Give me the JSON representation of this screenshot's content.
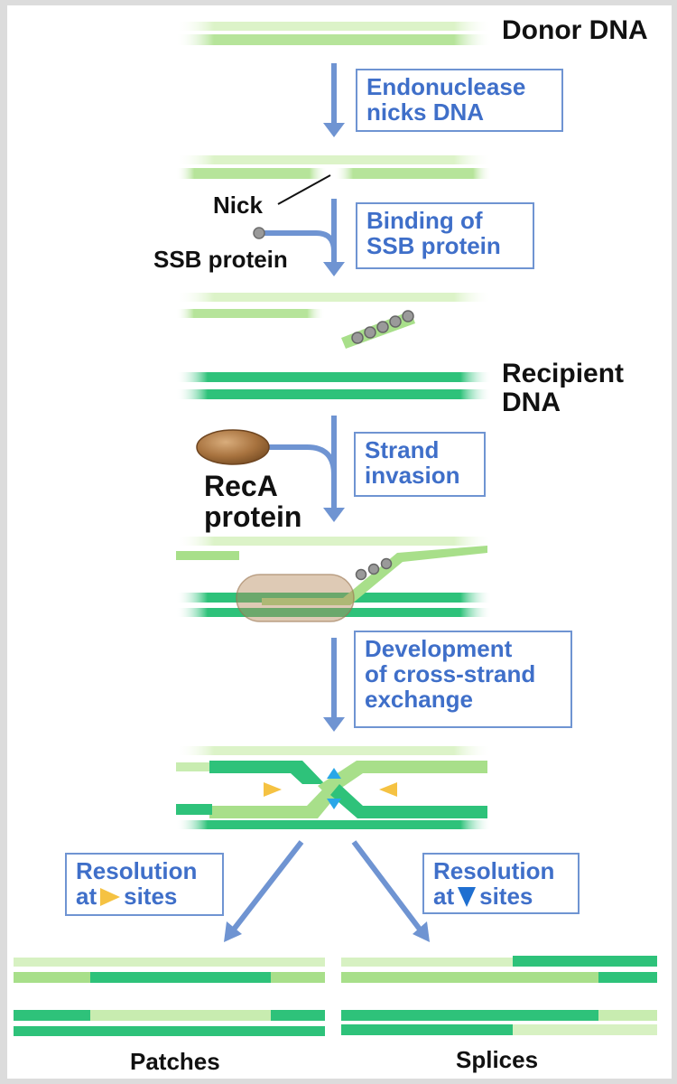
{
  "labels": {
    "donor_dna": "Donor DNA",
    "nick": "Nick",
    "ssb_protein": "SSB protein",
    "recipient_line1": "Recipient",
    "recipient_line2": "DNA",
    "reca_line1": "RecA",
    "reca_line2": "protein",
    "patches": "Patches",
    "splices": "Splices"
  },
  "steps": {
    "endonuclease": [
      "Endonuclease",
      "nicks DNA"
    ],
    "ssb_binding": [
      "Binding of",
      "SSB protein"
    ],
    "strand_invasion": [
      "Strand",
      "invasion"
    ],
    "cross_strand": [
      "Development",
      "of cross-strand",
      "exchange"
    ]
  },
  "resolution": {
    "left": {
      "line1": "Resolution",
      "prefix": "at",
      "suffix": "sites",
      "marker": "yellow-triangle-right-icon"
    },
    "right": {
      "line1": "Resolution",
      "prefix": "at",
      "suffix": "sites",
      "marker": "blue-triangle-down-icon"
    }
  },
  "colors": {
    "donor_light": "#a8df8a",
    "donor_pale": "#d7f1c2",
    "recipient": "#2ec27a",
    "recipient_dark": "#19a865",
    "arrow": "#6f94d2",
    "box_text": "#3f6fc9",
    "reca_brown": "#9a6a3e",
    "ssb_gray": "#9a9a9a",
    "yellow_marker": "#f5c242",
    "blue_marker": "#2aa7e8"
  }
}
